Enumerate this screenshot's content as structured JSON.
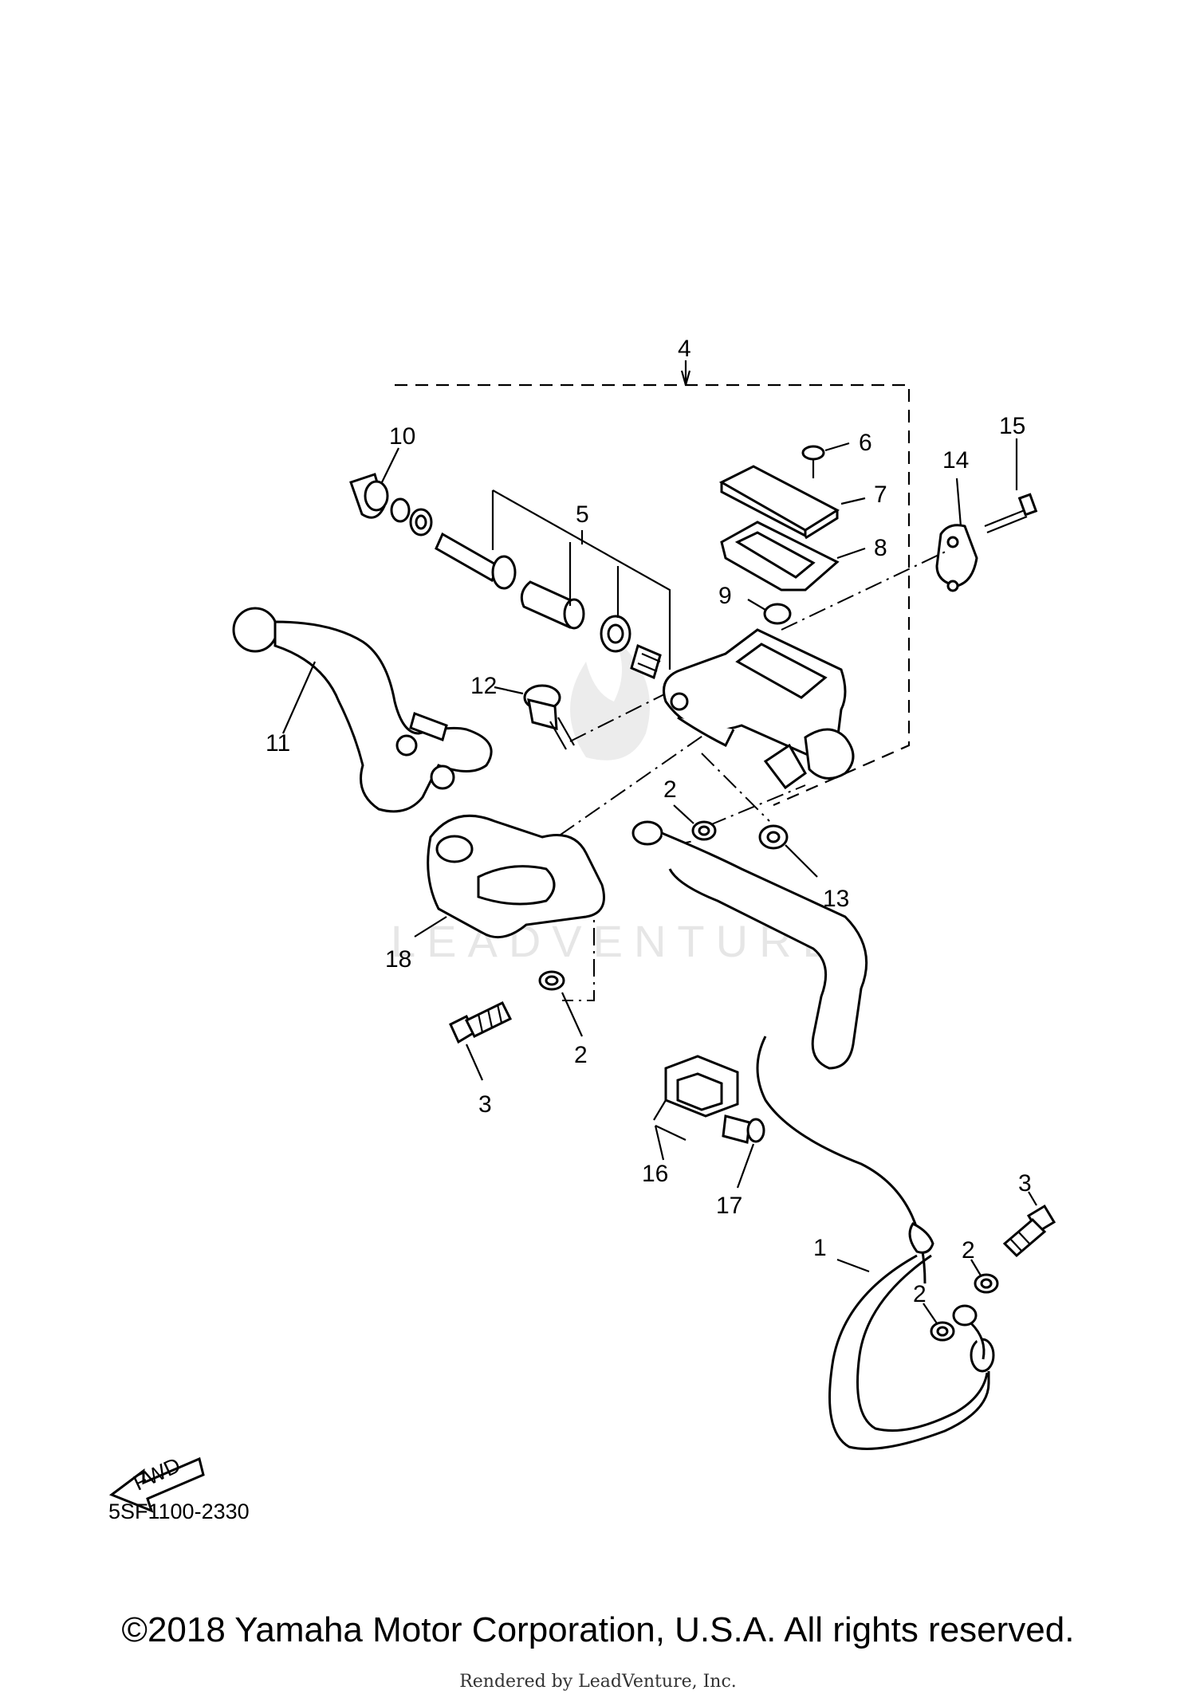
{
  "diagram": {
    "callouts": [
      {
        "id": "c4",
        "label": "4"
      },
      {
        "id": "c10",
        "label": "10"
      },
      {
        "id": "c5",
        "label": "5"
      },
      {
        "id": "c6",
        "label": "6"
      },
      {
        "id": "c7",
        "label": "7"
      },
      {
        "id": "c8",
        "label": "8"
      },
      {
        "id": "c9",
        "label": "9"
      },
      {
        "id": "c14",
        "label": "14"
      },
      {
        "id": "c15",
        "label": "15"
      },
      {
        "id": "c11",
        "label": "11"
      },
      {
        "id": "c12",
        "label": "12"
      },
      {
        "id": "c2a",
        "label": "2"
      },
      {
        "id": "c13",
        "label": "13"
      },
      {
        "id": "c18",
        "label": "18"
      },
      {
        "id": "c2b",
        "label": "2"
      },
      {
        "id": "c3a",
        "label": "3"
      },
      {
        "id": "c16",
        "label": "16"
      },
      {
        "id": "c17",
        "label": "17"
      },
      {
        "id": "c1",
        "label": "1"
      },
      {
        "id": "c2c",
        "label": "2"
      },
      {
        "id": "c2d",
        "label": "2"
      },
      {
        "id": "c3b",
        "label": "3"
      }
    ],
    "fwd_label": "FWD",
    "diagram_code": "5SF1100-2330",
    "watermark": "LEADVENTURE"
  },
  "footer": {
    "copyright": "©2018 Yamaha Motor Corporation, U.S.A. All rights reserved.",
    "rendered_by": "Rendered by LeadVenture, Inc."
  }
}
